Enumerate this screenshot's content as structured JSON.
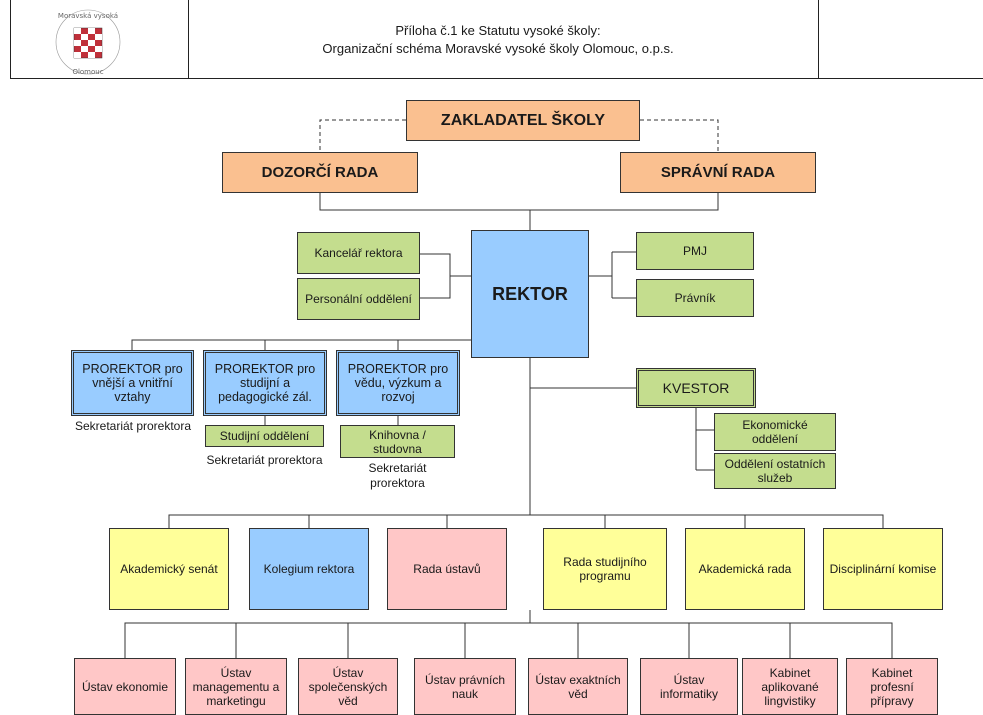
{
  "header": {
    "title_line1": "Příloha č.1 ke Statutu vysoké školy:",
    "title_line2": "Organizační schéma Moravské vysoké školy Olomouc, o.p.s.",
    "logo_text": "Moravská vysoká škola Olomouc"
  },
  "top": {
    "zakladatel": "ZAKLADATEL ŠKOLY",
    "dozorci": "DOZORČÍ RADA",
    "spravni": "SPRÁVNÍ RADA"
  },
  "center": {
    "rektor": "REKTOR",
    "kancelar": "Kancelář rektora",
    "personalni": "Personální oddělení",
    "pmj": "PMJ",
    "pravnik": "Právník"
  },
  "prorektors": [
    {
      "title": "PROREKTOR pro vnější a vnitřní vztahy",
      "sekretariat": "Sekretariát prorektora"
    },
    {
      "title": "PROREKTOR pro studijní a pedagogické zál.",
      "unit": "Studijní oddělení",
      "sekretariat": "Sekretariát prorektora"
    },
    {
      "title": "PROREKTOR pro vědu, výzkum a rozvoj",
      "unit": "Knihovna / studovna",
      "sekretariat": "Sekretariát prorektora"
    }
  ],
  "kvestor": {
    "title": "KVESTOR",
    "units": [
      "Ekonomické oddělení",
      "Oddělení ostatních služeb"
    ]
  },
  "bodies": [
    "Akademický senát",
    "Kolegium rektora",
    "Rada ústavů",
    "Rada studijního programu",
    "Akademická rada",
    "Disciplinární komise"
  ],
  "institutes": [
    "Ústav ekonomie",
    "Ústav managementu a marketingu",
    "Ústav společenských věd",
    "Ústav právních nauk",
    "Ústav exaktních věd",
    "Ústav informatiky",
    "Kabinet aplikované lingvistiky",
    "Kabinet profesní přípravy"
  ],
  "colors": {
    "orange": "#fac090",
    "blue": "#99ccff",
    "green": "#c4dd8e",
    "yellow": "#ffff99",
    "pink": "#ffc7c7"
  }
}
